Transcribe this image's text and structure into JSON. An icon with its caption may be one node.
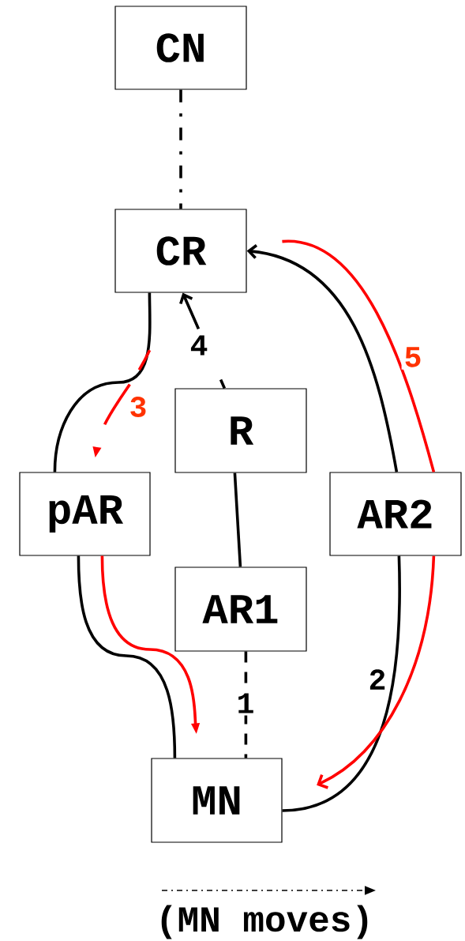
{
  "diagram": {
    "nodes": [
      {
        "text": [
          "CN"
        ]
      },
      {
        "text": [
          "CR"
        ]
      },
      {
        "text": [
          "R"
        ]
      },
      {
        "text": [
          "pAR"
        ]
      },
      {
        "text": [
          "AR2"
        ]
      },
      {
        "text": [
          "AR1"
        ]
      },
      {
        "text": [
          "MN"
        ]
      }
    ],
    "edges": [
      {
        "from": 0,
        "to": 1,
        "arrow": "none",
        "style": "dashed"
      },
      {
        "from": 1,
        "to": 3,
        "arrow": "none"
      },
      {
        "from": 3,
        "to": 6,
        "arrow": "none"
      },
      {
        "from": 2,
        "to": 5,
        "arrow": "none"
      },
      {
        "from": 5,
        "to": 6,
        "arrow": "none",
        "label": "1",
        "style": "dashed"
      },
      {
        "from": 4,
        "to": 6,
        "arrow": "none",
        "label": "2"
      },
      {
        "from": 4,
        "to": 1,
        "arrow": "to"
      },
      {
        "from": 1,
        "to": 3,
        "arrow": "to",
        "label": "3",
        "style": "dashed",
        "color": "#ff0000"
      },
      {
        "from": 2,
        "to": 1,
        "arrow": "to",
        "label": "4",
        "style": "dashed"
      },
      {
        "from": 3,
        "to": 6,
        "arrow": "to",
        "color": "#ff0000"
      },
      {
        "from": 1,
        "to": 4,
        "arrow": "none",
        "label": "5",
        "color": "#ff0000"
      },
      {
        "from": 4,
        "to": 6,
        "arrow": "to",
        "color": "#ff0000"
      }
    ],
    "legend": [
      {
        "text": "(MN moves)"
      }
    ]
  }
}
